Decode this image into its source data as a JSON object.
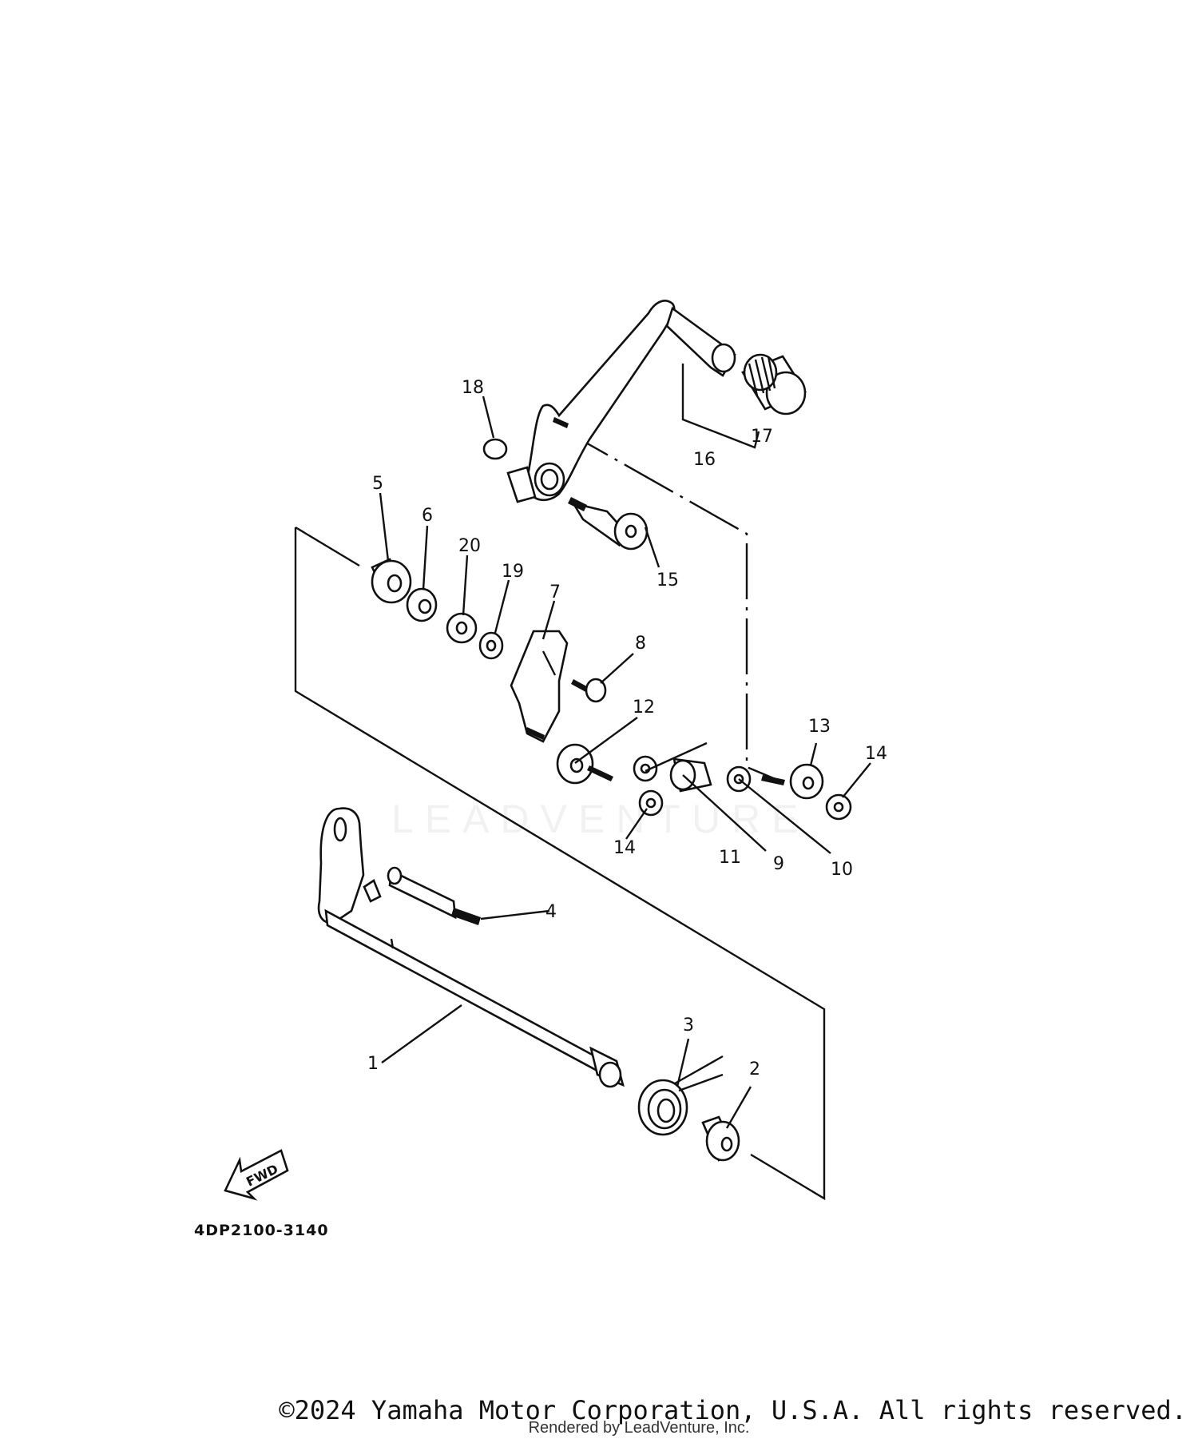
{
  "diagram": {
    "code": "4DP2100-3140",
    "fwd_label": "FWD",
    "watermark": "LEADVENTURE",
    "callouts": {
      "c1": "1",
      "c2": "2",
      "c3": "3",
      "c4": "4",
      "c5": "5",
      "c6": "6",
      "c7": "7",
      "c8": "8",
      "c9": "9",
      "c10": "10",
      "c11": "11",
      "c12": "12",
      "c13": "13",
      "c14a": "14",
      "c14b": "14",
      "c15": "15",
      "c16": "16",
      "c17": "17",
      "c18": "18",
      "c19": "19",
      "c20": "20"
    }
  },
  "footer": {
    "copyright": "©2024 Yamaha Motor Corporation, U.S.A. All rights reserved.",
    "rendered_by": "Rendered by LeadVenture, Inc."
  },
  "icons": {
    "fwd": "fwd-arrow-icon"
  }
}
